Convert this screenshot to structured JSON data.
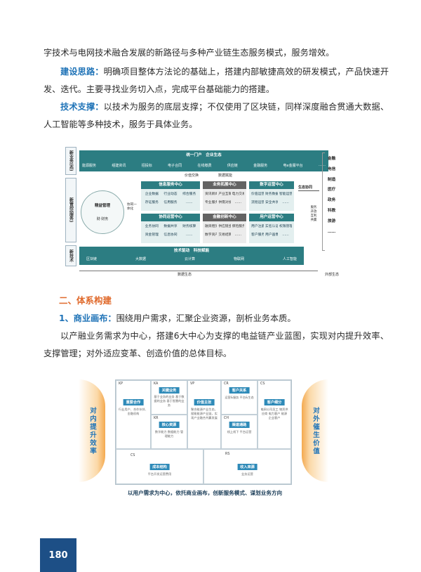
{
  "paragraphs": {
    "p0": "字技术与电网技术融合发展的新路径与多种产业链生态服务模式，服务增效。",
    "p1_kw": "建设思路：",
    "p1": "明确项目整体方法论的基础上，搭建内部敏捷高效的研发模式，产品快速开发、迭代。主要寻找业务切入点，完成平台基础能力的搭建。",
    "p2_kw": "技术支撑：",
    "p2": "以技术为服务的底层支撑；不仅使用了区块链，同样深度融合贯通大数据、人工智能等多种技术，服务于具体业务。",
    "h2": "二、体系构建",
    "h3_kw": "1、商业画布：",
    "h3": "围绕用户需求，汇聚企业资源，剖析业务本质。",
    "p3": "以产融业务需求为中心，搭建6大中心为支撑的电益链产业蓝图，实现对内提升效率、支撑管理；对外适应变革、创造价值的总体目标。"
  },
  "diagram1": {
    "side_top": "新业务(态)",
    "side_mid": "新管控(服务)",
    "side_bot": "新技术",
    "portal": "统一门户　企业生态",
    "portal_items": [
      "能源服务",
      "组建资讯",
      "招投标",
      "电子合同",
      "在线缴费",
      "供应链",
      "金融服务",
      "电e金服平台",
      "……"
    ],
    "arrow_left": "价值交换",
    "arrow_right": "数据赋能",
    "mgmt": "精益管理",
    "mgmt_sub": "财·财务",
    "collab": "协同一体化",
    "centers": [
      {
        "title": "信息服务中心",
        "cells": [
          "企业数据",
          "行业动态",
          "综合服务",
          "存证服务",
          "信用服务",
          "……"
        ]
      },
      {
        "title": "业务拓展中心",
        "cells": [
          "资讯新闻",
          "产业互联",
          "电力交易",
          "专业服务",
          "供需对接",
          "……"
        ]
      },
      {
        "title": "数字运营中心",
        "cells": [
          "价值运营",
          "财务数据",
          "智能运营",
          "流程运营",
          "安全共享",
          "……"
        ]
      },
      {
        "title": "协同运营中心",
        "cells": [
          "业务协同",
          "数据共享",
          "财务核算",
          "资金管理",
          "信息协同",
          "……"
        ]
      },
      {
        "title": "金融创新中心",
        "cells": [
          "融资租赁",
          "供应链金融",
          "保险服务",
          "数字资产",
          "交易结算",
          "……"
        ]
      },
      {
        "title": "用户运营中心",
        "cells": [
          "用户注册",
          "实名认证",
          "权限管理",
          "客户服务",
          "用户画像",
          "……"
        ]
      }
    ],
    "eco_label": "生态协同",
    "eco_sub": "服务 开放 互利 共赢",
    "industries": [
      "金融",
      "电信",
      "制造",
      "医疗",
      "政务",
      "科教",
      "旅游",
      "……"
    ],
    "tech_header": "技术驱动　科技赋能",
    "tech_items": [
      "区块链",
      "大数据",
      "云计算",
      "物联网",
      "人工智能"
    ],
    "bottom_left": "数据生态",
    "bottom_right": "外部生态"
  },
  "diagram2": {
    "left_wing": "对内提升效率",
    "right_wing": "对外催生价值",
    "blocks": {
      "kp": {
        "code": "KP",
        "title": "重要合作",
        "text": "行业用户、合作伙伴、金融机构"
      },
      "ka": {
        "code": "KA",
        "title": "关键业务",
        "text": "基于业务的业务 基于数据的业务 基于智慧的业务"
      },
      "kr": {
        "code": "KR",
        "title": "核心资源",
        "text": "数字能力 数据能力 管理能力"
      },
      "vp": {
        "code": "VP",
        "title": "价值主张",
        "text": "聚合能源产业生态，赋能能源产业链，实现产业融合共赢发展"
      },
      "cr": {
        "code": "CR",
        "title": "客户关系",
        "text": "运营&服务 平台&生态"
      },
      "ch": {
        "code": "CH",
        "title": "渠道通路",
        "text": "线上线下 平台运营"
      },
      "cs": {
        "code": "CS",
        "title": "客户细分",
        "text": "电网公司员工 物资供应商 电力客户 能源企业客户"
      },
      "c": {
        "code": "CS",
        "title": "成本结构",
        "text": "平台开发运营费用"
      },
      "rs": {
        "code": "RS",
        "title": "收入来源",
        "text": "业务运营"
      }
    },
    "caption": "以用户需求为中心，依托商业画布，创新服务模式、谋划业务方向"
  },
  "page_number": "180"
}
